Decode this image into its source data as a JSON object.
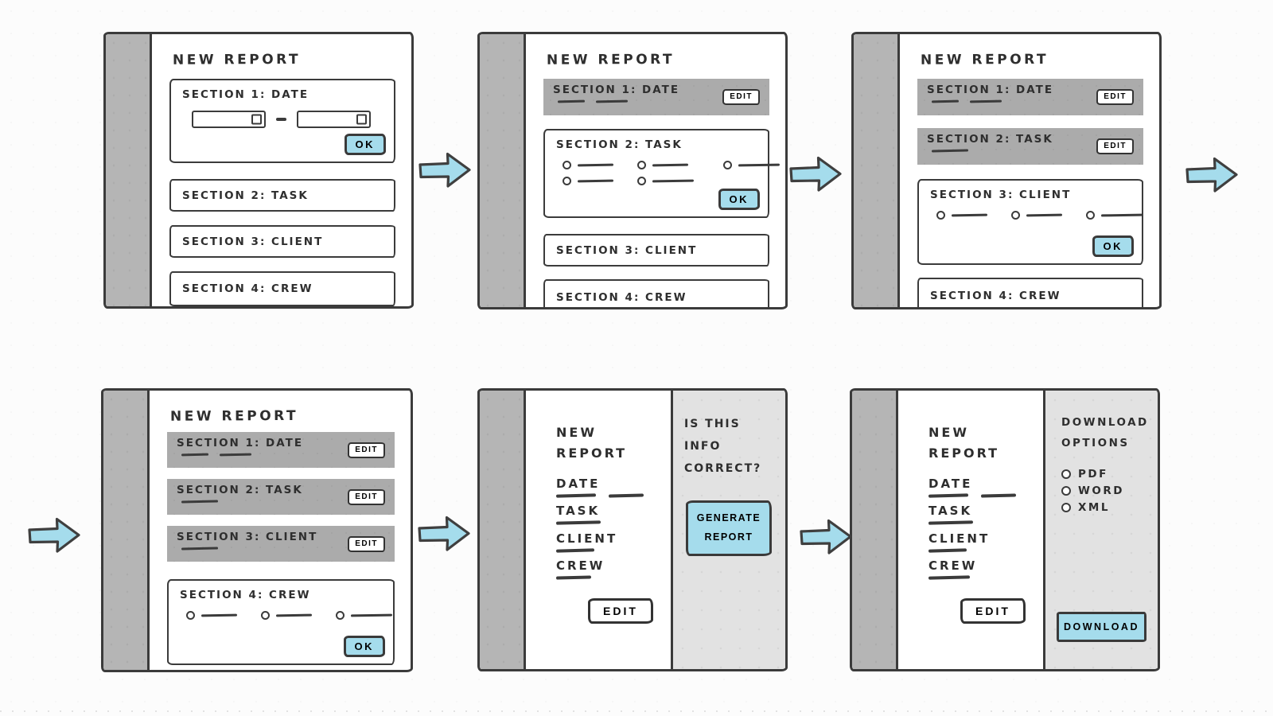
{
  "colors": {
    "accent_blue": "#a5dcec",
    "ink": "#3b3b3b",
    "spine_gray": "#b5b5b5",
    "completed_bar_gray": "#ababab",
    "aside_panel_gray": "#e2e2e2"
  },
  "panels": [
    {
      "name": "step-1",
      "title": "NEW REPORT",
      "sections": [
        {
          "label": "SECTION 1: DATE",
          "state": "date-expanded",
          "ok": "OK"
        },
        {
          "label": "SECTION 2: TASK",
          "state": "collapsed"
        },
        {
          "label": "SECTION 3: CLIENT",
          "state": "collapsed"
        },
        {
          "label": "SECTION 4: CREW",
          "state": "collapsed"
        }
      ]
    },
    {
      "name": "step-2",
      "title": "NEW REPORT",
      "sections": [
        {
          "label": "SECTION 1: DATE",
          "state": "completed",
          "edit": "EDIT"
        },
        {
          "label": "SECTION 2: TASK",
          "state": "options-expanded",
          "ok": "OK"
        },
        {
          "label": "SECTION 3: CLIENT",
          "state": "collapsed"
        },
        {
          "label": "SECTION 4: CREW",
          "state": "collapsed"
        }
      ]
    },
    {
      "name": "step-3",
      "title": "NEW REPORT",
      "sections": [
        {
          "label": "SECTION 1: DATE",
          "state": "completed",
          "edit": "EDIT"
        },
        {
          "label": "SECTION 2: TASK",
          "state": "completed",
          "edit": "EDIT"
        },
        {
          "label": "SECTION 3: CLIENT",
          "state": "options-expanded",
          "ok": "OK"
        },
        {
          "label": "SECTION 4: CREW",
          "state": "collapsed"
        }
      ]
    },
    {
      "name": "step-4",
      "title": "NEW REPORT",
      "sections": [
        {
          "label": "SECTION 1: DATE",
          "state": "completed",
          "edit": "EDIT"
        },
        {
          "label": "SECTION 2: TASK",
          "state": "completed",
          "edit": "EDIT"
        },
        {
          "label": "SECTION 3: CLIENT",
          "state": "completed",
          "edit": "EDIT"
        },
        {
          "label": "SECTION 4: CREW",
          "state": "options-expanded",
          "ok": "OK"
        }
      ]
    },
    {
      "name": "step-5",
      "title": "NEW REPORT",
      "fields": [
        "DATE",
        "TASK",
        "CLIENT",
        "CREW"
      ],
      "edit": "EDIT",
      "aside": {
        "heading": "IS THIS INFO CORRECT?",
        "button": "GENERATE REPORT"
      }
    },
    {
      "name": "step-6",
      "title": "NEW REPORT",
      "fields": [
        "DATE",
        "TASK",
        "CLIENT",
        "CREW"
      ],
      "edit": "EDIT",
      "aside": {
        "heading": "DOWNLOAD OPTIONS",
        "options": [
          "PDF",
          "WORD",
          "XML"
        ],
        "button": "DOWNLOAD"
      }
    }
  ]
}
